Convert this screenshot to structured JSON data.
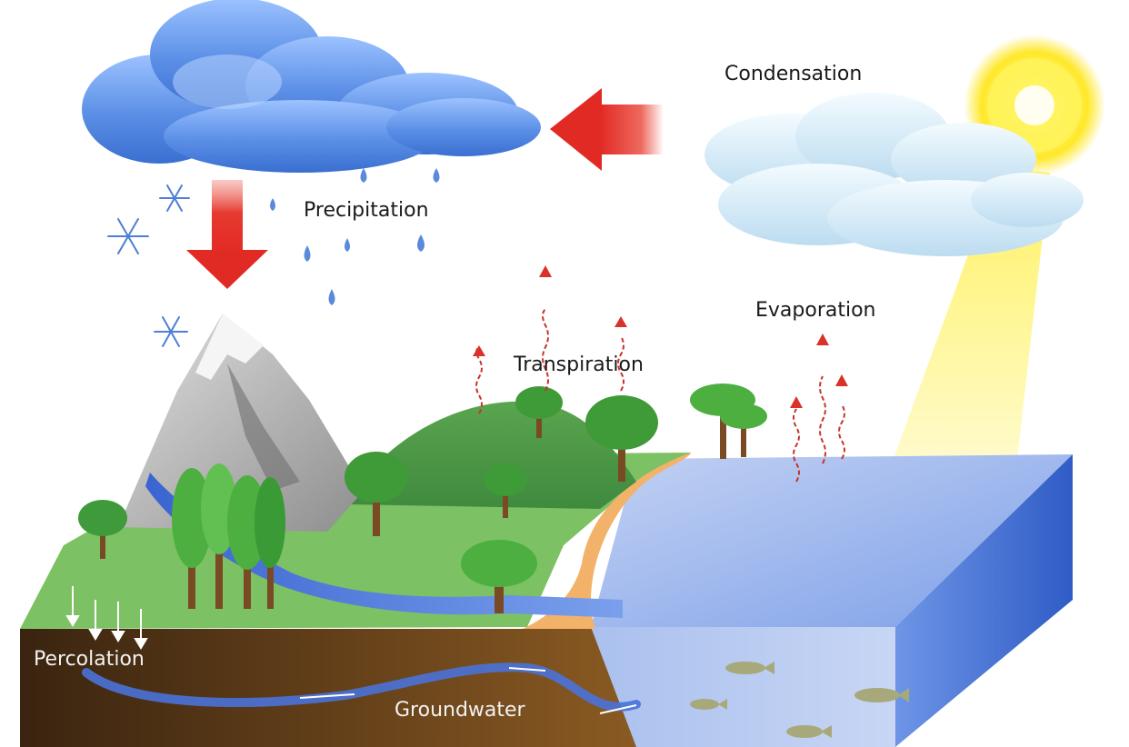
{
  "labels": {
    "condensation": "Condensation",
    "precipitation": "Precipitation",
    "transpiration": "Transpiration",
    "evaporation": "Evaporation",
    "percolation": "Percolation",
    "groundwater": "Groundwater"
  },
  "colors": {
    "sky": "#ffffff",
    "rain_cloud": "#4f86e0",
    "condensation_cloud": "#cfe6f5",
    "sun": "#ffef3a",
    "arrow_red": "#e3342b",
    "grass": "#7cc163",
    "hill": "#4f9a4a",
    "mountain": "#a9a9a9",
    "sand": "#f2b26a",
    "water": "#4e74d6",
    "soil": "#5a3a17",
    "label_dark": "#1a1a1a",
    "label_light": "#f2f2f2"
  }
}
